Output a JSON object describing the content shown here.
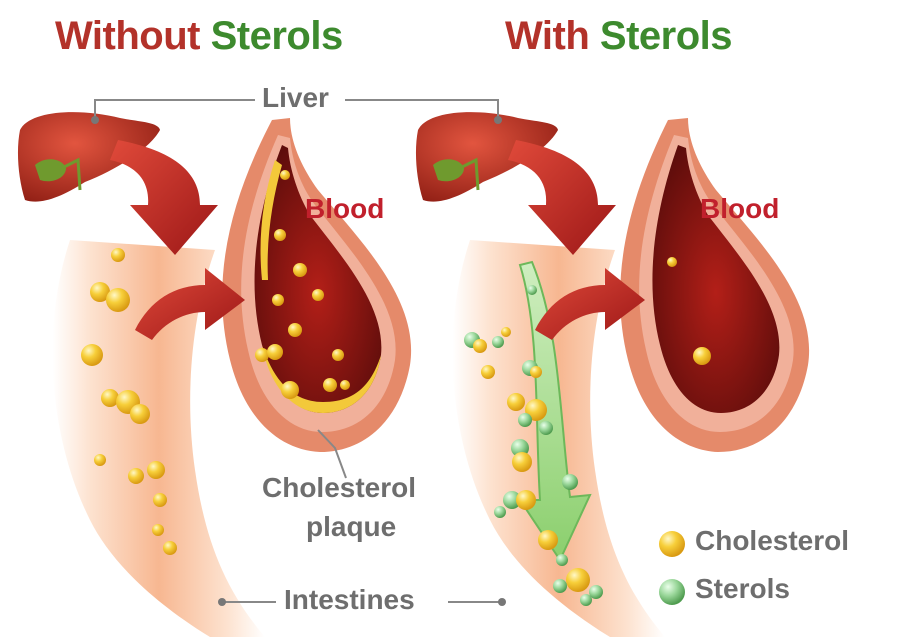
{
  "titles": {
    "left": {
      "part1": "Without",
      "part2": "Sterols"
    },
    "right": {
      "part1": "With",
      "part2": "Sterols"
    }
  },
  "labels": {
    "liver": "Liver",
    "blood_left": "Blood",
    "blood_right": "Blood",
    "plaque_line1": "Cholesterol",
    "plaque_line2": "plaque",
    "intestines": "Intestines"
  },
  "legend": {
    "cholesterol": "Cholesterol",
    "sterols": "Sterols"
  },
  "colors": {
    "title_red": "#b3322a",
    "title_green": "#3d8a2e",
    "label_gray": "#6e6e6e",
    "blood_red": "#c1202c",
    "cholesterol_yellow": "#f5c021",
    "sterol_green": "#7cc67a"
  }
}
